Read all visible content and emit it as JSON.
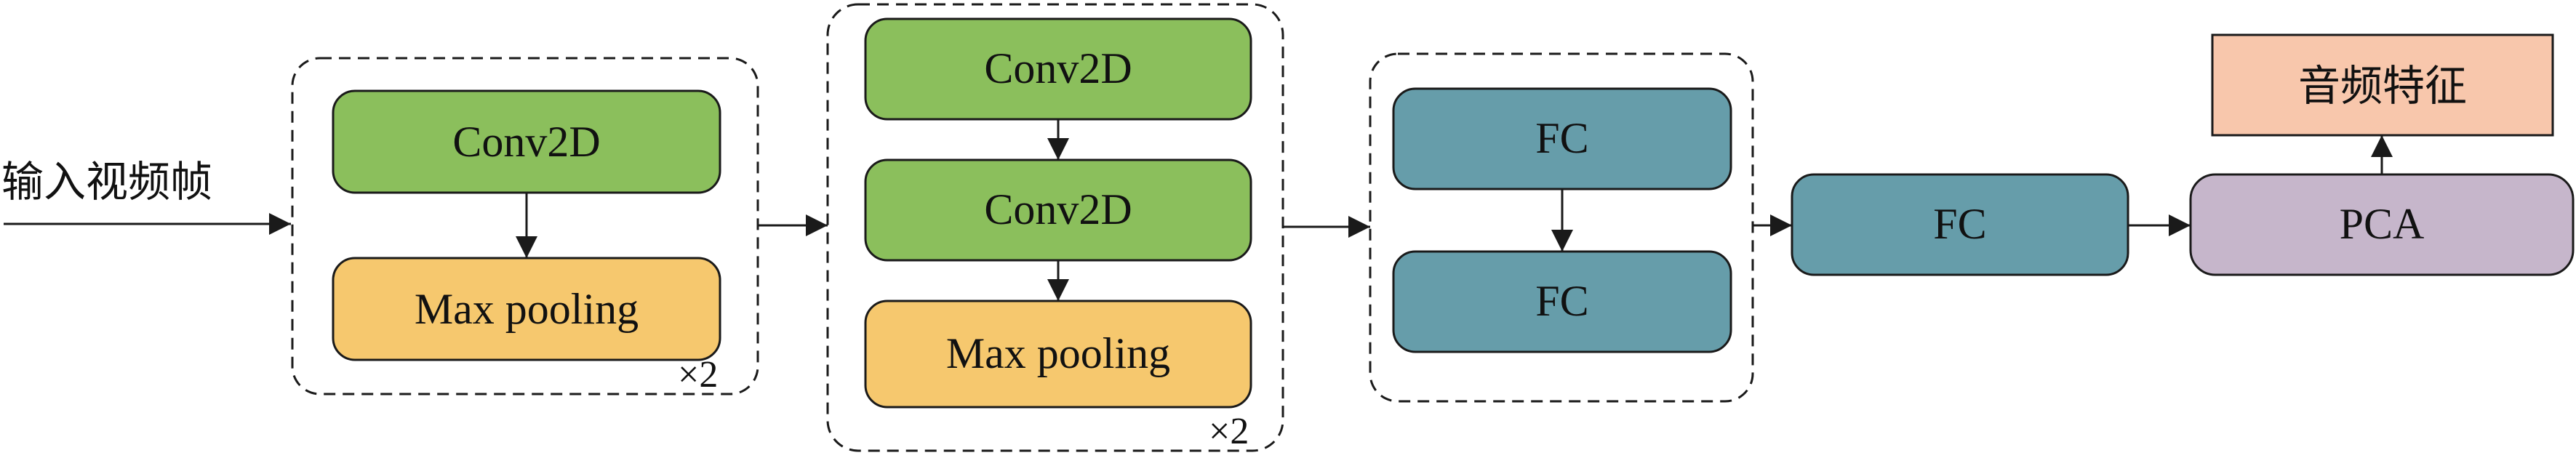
{
  "input": {
    "label": "输入视频帧"
  },
  "block1": {
    "conv": "Conv2D",
    "pool": "Max pooling",
    "repeat": "×2"
  },
  "block2": {
    "conv1": "Conv2D",
    "conv2": "Conv2D",
    "pool": "Max pooling",
    "repeat": "×2"
  },
  "block3": {
    "fc1": "FC",
    "fc2": "FC"
  },
  "fc": {
    "label": "FC"
  },
  "pca": {
    "label": "PCA"
  },
  "output": {
    "label": "音频特征"
  },
  "colors": {
    "conv": "#8bbf5c",
    "pool": "#f6c86e",
    "fc": "#669daa",
    "pca": "#c6b6cb",
    "feature": "#f8c7ac"
  }
}
